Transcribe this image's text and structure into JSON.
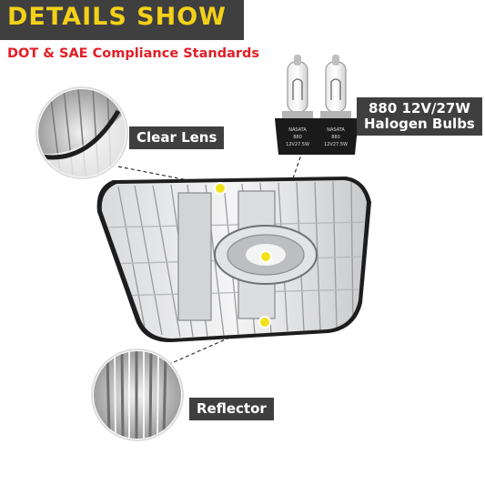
{
  "banner": {
    "title": "DETAILS SHOW"
  },
  "subtitle": "DOT & SAE Compliance Standards",
  "callouts": {
    "clear_lens": "Clear Lens",
    "bulb_line1": "880 12V/27W",
    "bulb_line2": "Halogen Bulbs",
    "reflector": "Reflector"
  },
  "bulb_text": {
    "brand": "NASATA",
    "model": "880",
    "spec": "12V27.5W"
  },
  "colors": {
    "banner_bg": "#3f3f3f",
    "banner_text": "#f3d118",
    "subtitle": "#e21e26",
    "marker": "#f3e21a"
  },
  "icons": [
    "fog-light-assembly",
    "halogen-bulb-icon",
    "zoom-circle-lens",
    "zoom-circle-reflector",
    "pointer-dot"
  ]
}
